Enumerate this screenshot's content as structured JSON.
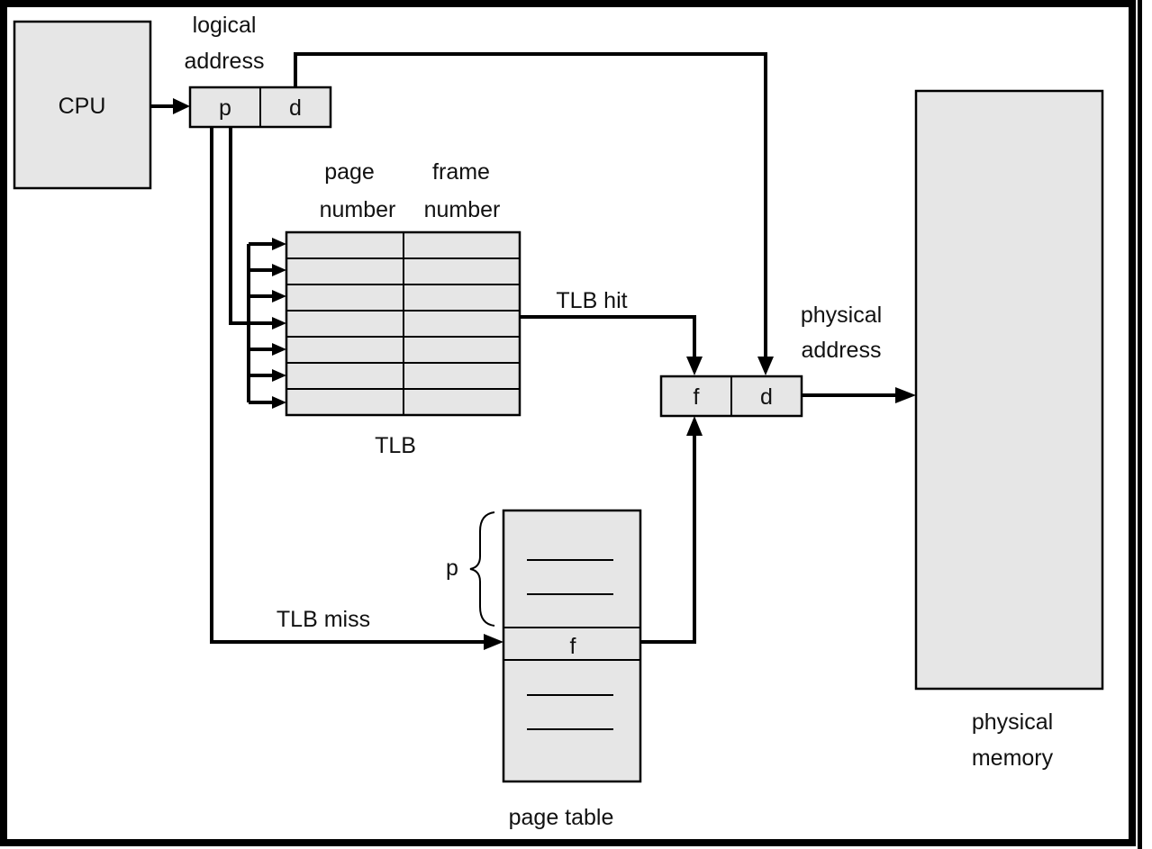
{
  "cpu": {
    "label": "CPU"
  },
  "logical_address": {
    "label_line1": "logical",
    "label_line2": "address",
    "p": "p",
    "d": "d"
  },
  "tlb": {
    "label": "TLB",
    "col_page_line1": "page",
    "col_page_line2": "number",
    "col_frame_line1": "frame",
    "col_frame_line2": "number",
    "hit_label": "TLB hit",
    "miss_label": "TLB miss"
  },
  "physical_address": {
    "label_line1": "physical",
    "label_line2": "address",
    "f": "f",
    "d": "d"
  },
  "page_table": {
    "label": "page table",
    "p_label": "p",
    "f": "f"
  },
  "physical_memory": {
    "label_line1": "physical",
    "label_line2": "memory"
  },
  "colors": {
    "box_fill": "#e6e6e6",
    "stroke": "#000000",
    "background": "#ffffff"
  }
}
